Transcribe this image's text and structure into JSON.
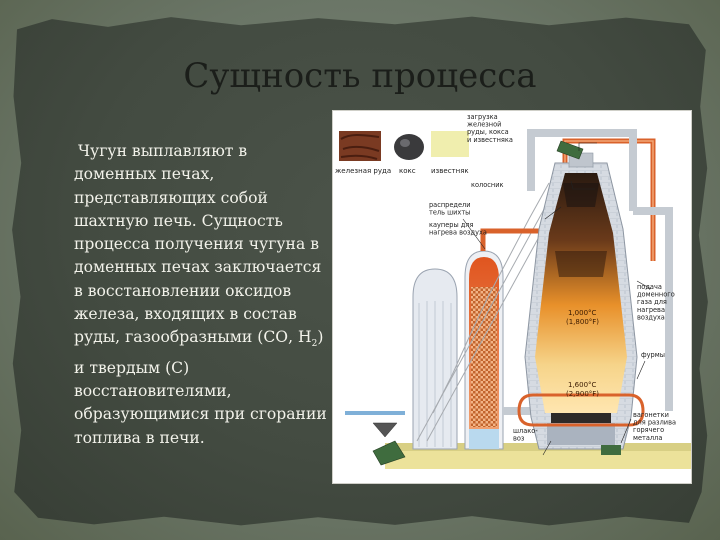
{
  "title": "Сущность процесса",
  "body": {
    "text_part1": "Чугун выплавляют в доменных печах, представляющих собой шахтную печь. Сущность процесса получения чугуна в доменных печах заключается в восстановлении оксидов железа, входящих в состав руды, газообразными (СО, Н",
    "text_sub": "2",
    "text_part2": ") и твердым (С) восстановителями, образующимися при сгорании топлива в печи."
  },
  "diagram": {
    "materials": {
      "ore": "железная руда",
      "coke": "кокс",
      "limestone": "известняк"
    },
    "labels": {
      "loading": [
        "загрузка",
        "железной",
        "руды, кокса",
        "и известняка"
      ],
      "charging_bell": [
        "колосник"
      ],
      "distributor": [
        "распредели",
        "тель шихты"
      ],
      "cowper": [
        "кауперы для",
        "нагрева воздуха"
      ],
      "gas_feed": [
        "подача",
        "доменного",
        "газа для",
        "нагрева",
        "воздуха"
      ],
      "tuyeres": [
        "фурмы"
      ],
      "slag": [
        "шлако-",
        "воз"
      ],
      "ladles": [
        "вагонетки",
        "для разлива",
        "горячего",
        "металла"
      ]
    },
    "temps": {
      "upper_c": "1,000°C",
      "upper_f": "(1,800°F)",
      "lower_c": "1,600°C",
      "lower_f": "(2,900°F)"
    }
  }
}
